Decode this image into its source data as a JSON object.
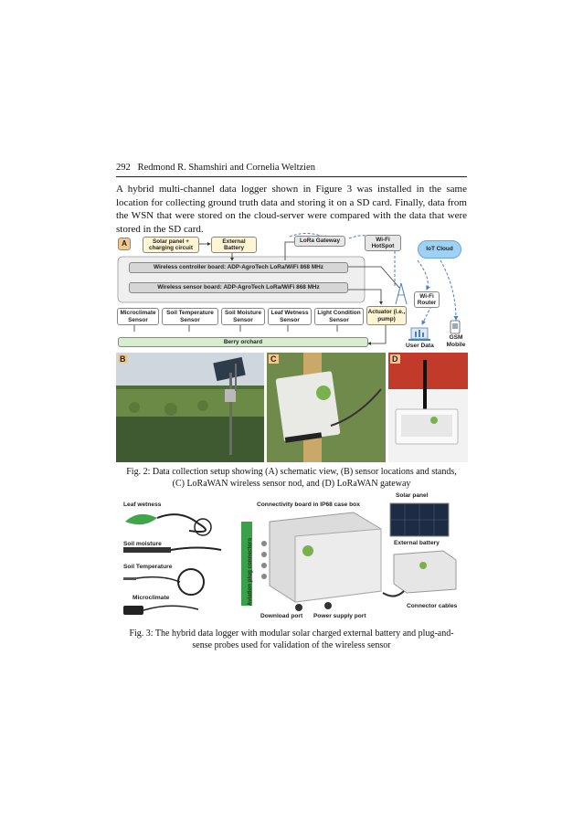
{
  "header": {
    "page_number": "292",
    "authors": "Redmond R. Shamshiri and Cornelia Weltzien"
  },
  "paragraph": "A hybrid multi-channel data logger shown in Figure 3 was installed in the same location for collecting ground truth data and storing it on a SD card. Finally, data from the WSN that were stored on the cloud-server were compared with the data that were stored in the SD card.",
  "figure2": {
    "panel_a": {
      "letter": "A",
      "solar": "Solar panel + charging circuit",
      "battery": "External Battery",
      "gateway": "LoRa Gateway",
      "hotspot": "Wi-Fi HotSpot",
      "cloud": "IoT Cloud",
      "controller": "Wireless controller board: ADP-AgroTech LoRa/WiFi 868 MHz",
      "sensor_board": "Wireless sensor board: ADP-AgroTech LoRa/WiFi 868 MHz",
      "router": "Wi-Fi Router",
      "sensors": [
        "Microclimate Sensor",
        "Soil Temperature Sensor",
        "Soil Moisture Sensor",
        "Leaf Wetness Sensor",
        "Light Condition Sensor"
      ],
      "actuator": "Actuator (i.e., pump)",
      "orchard": "Berry orchard",
      "user_data": "User Data",
      "gsm": "GSM Mobile"
    },
    "panel_b": "B",
    "panel_c": "C",
    "panel_d": "D",
    "caption": "Fig. 2: Data collection setup showing (A) schematic view, (B) sensor locations and stands, (C) LoRaWAN wireless sensor nod, and (D) LoRaWAN gateway"
  },
  "figure3": {
    "leaf_wetness": "Leaf wetness",
    "soil_moisture": "Soil moisture",
    "soil_temperature": "Soil Temperature",
    "microclimate": "Microclimate",
    "aviation": "Aviation plug connectors",
    "connectivity": "Connectivity board in IP68 case box",
    "download_port": "Download port",
    "power_port": "Power supply port",
    "solar_panel": "Solar panel",
    "external_battery": "External battery",
    "connector_cables": "Connector cables",
    "caption": "Fig. 3: The hybrid data logger with modular solar charged external battery and plug-and-sense probes used for validation of the wireless sensor"
  }
}
